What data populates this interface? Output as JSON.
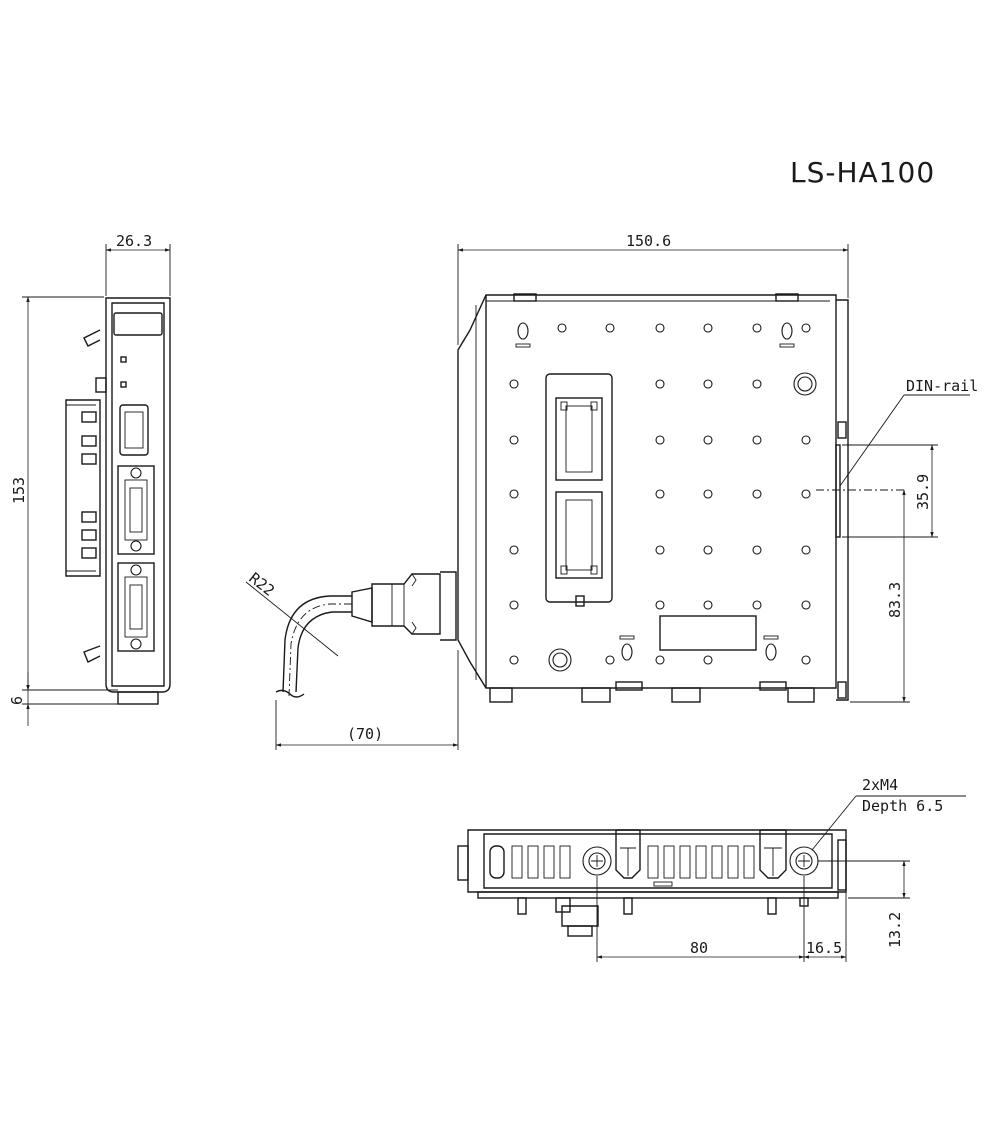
{
  "model": "LS-HA100",
  "dimensions": {
    "side_width": "26.3",
    "side_height": "153",
    "side_bottom": "6",
    "front_width": "150.6",
    "cable_bend_radius": "R22",
    "cable_length": "(70)",
    "din_center": "35.9",
    "din_to_bottom": "83.3",
    "hole_pitch": "80",
    "hole_edge_offset": "16.5",
    "hole_height": "13.2"
  },
  "labels": {
    "din_rail": "DIN-rail",
    "screw_spec": "2xM4",
    "screw_depth": "Depth 6.5"
  }
}
